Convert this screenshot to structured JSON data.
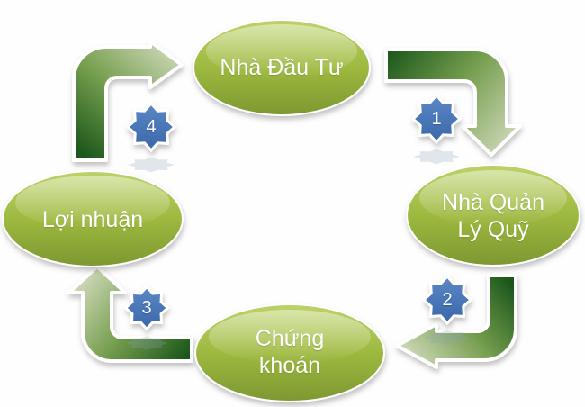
{
  "diagram": {
    "type": "cycle",
    "nodes": [
      {
        "id": "investor",
        "label": "Nhà Đầu Tư"
      },
      {
        "id": "fund-manager",
        "label": "Nhà Quản\nLý Quỹ"
      },
      {
        "id": "securities",
        "label": "Chứng\nkhoán"
      },
      {
        "id": "profit",
        "label": "Lợi nhuận"
      }
    ],
    "steps": [
      {
        "number": "1",
        "from": "investor",
        "to": "fund-manager"
      },
      {
        "number": "2",
        "from": "fund-manager",
        "to": "securities"
      },
      {
        "number": "3",
        "from": "securities",
        "to": "profit"
      },
      {
        "number": "4",
        "from": "profit",
        "to": "investor"
      }
    ],
    "colors": {
      "node_gradient_top": "#bcd269",
      "node_gradient_bottom": "#7d9830",
      "arrow_dark": "#1c571c",
      "arrow_light": "#cdd7b6",
      "badge_blue": "#4273b5",
      "outline": "#ffffff",
      "label_text": "#ffffff",
      "background": "#fefefe"
    }
  }
}
